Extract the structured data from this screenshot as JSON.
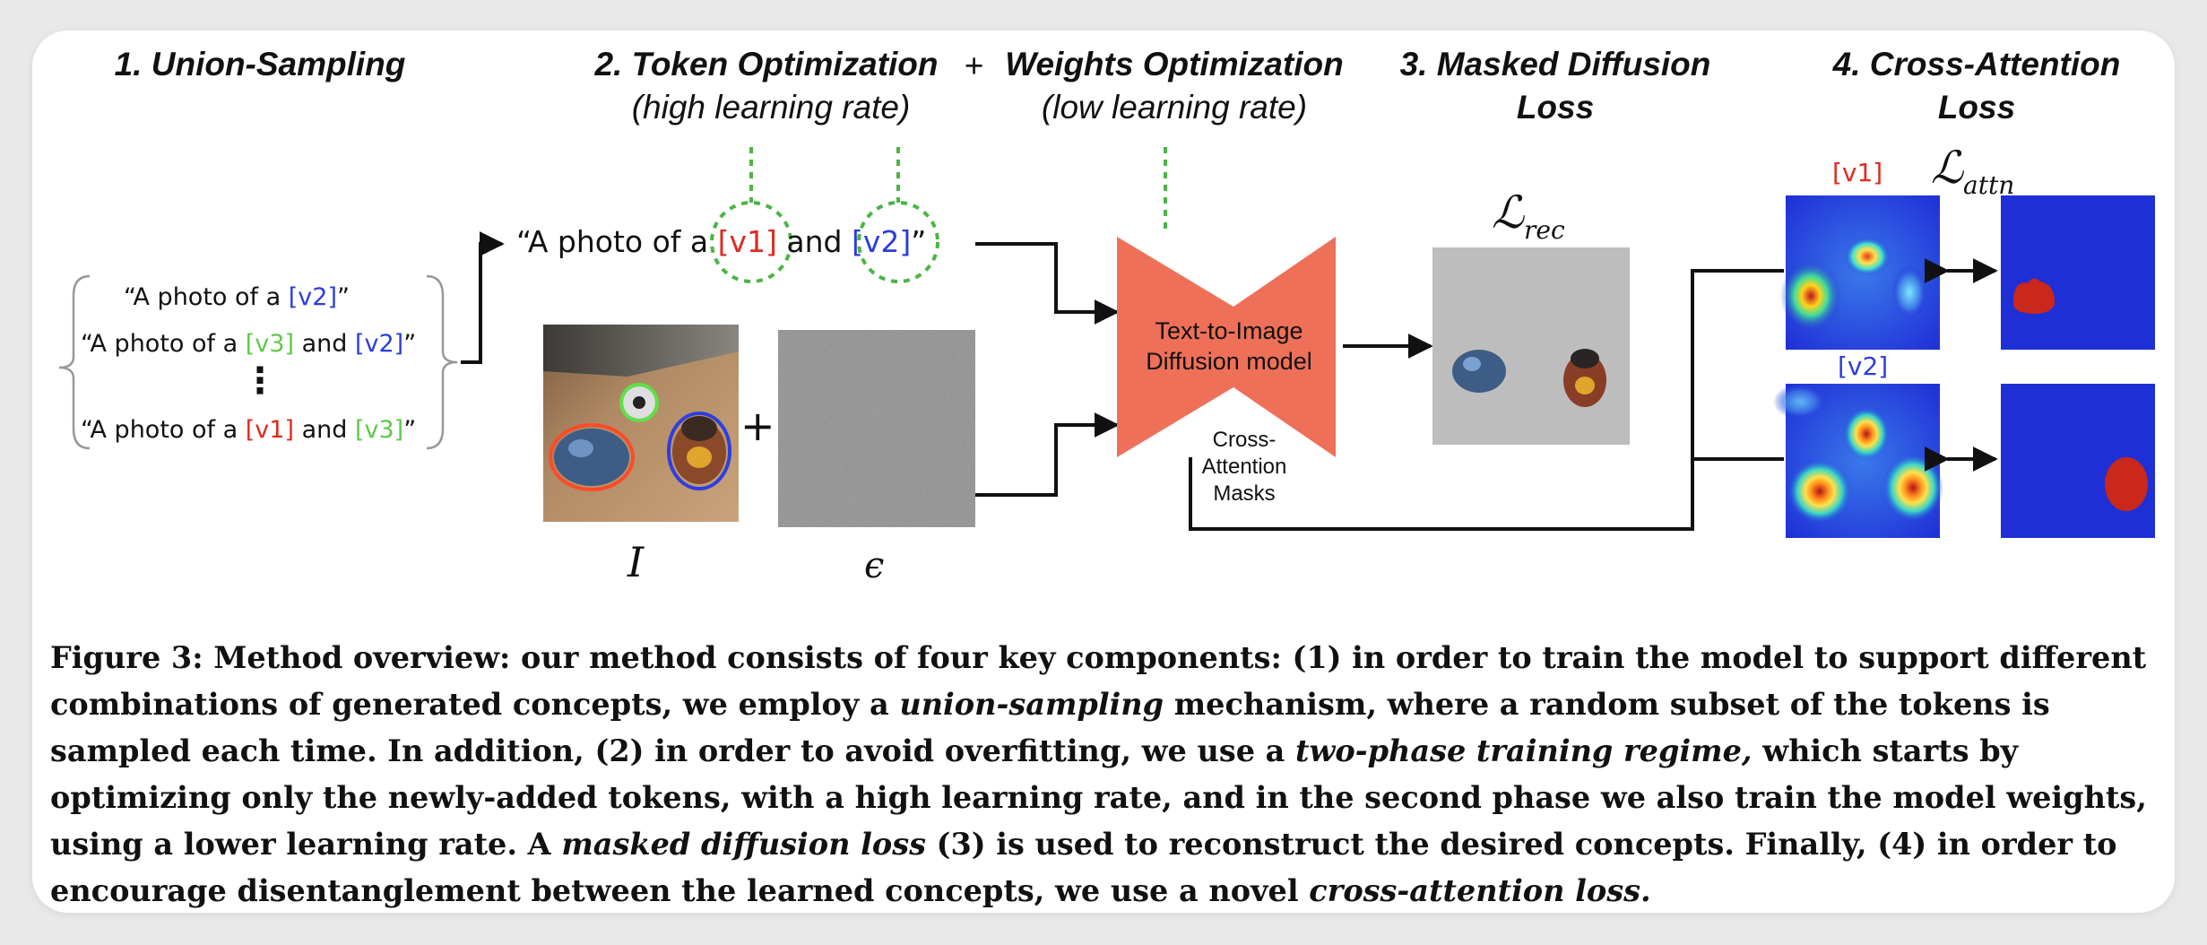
{
  "figure": {
    "titles": {
      "union_sampling": "1. Union-Sampling",
      "token_opt": "2. Token Optimization",
      "plus": "+",
      "weights_opt": "Weights Optimization",
      "token_opt_sub": "(high learning rate)",
      "weights_opt_sub": "(low learning rate)",
      "masked_loss_line1": "3. Masked Diffusion",
      "masked_loss_line2": "Loss",
      "cross_attn_line1": "4. Cross-Attention",
      "cross_attn_line2": "Loss"
    },
    "prompts": {
      "p1_pre": "“A photo of a ",
      "p1_tok": "[v2]",
      "p1_post": "”",
      "p2_pre": "“A photo of a ",
      "p2_tok1": "[v3]",
      "p2_mid": " and ",
      "p2_tok2": "[v2]",
      "p2_post": "”",
      "p3_dots": "⋮",
      "p4_pre": "“A photo of a ",
      "p4_tok1": "[v1]",
      "p4_mid": " and ",
      "p4_tok2": "[v3]",
      "p4_post": "”"
    },
    "main_prompt": {
      "pre": "“A photo of a ",
      "tok1": "[v1]",
      "mid": " and ",
      "tok2": "[v2]",
      "post": "”"
    },
    "input_image_label": "I",
    "noise_label": "ϵ",
    "plus_sign": "+",
    "model": {
      "line1": "Text-to-Image",
      "line2": "Diffusion model",
      "masks_line1": "Cross-",
      "masks_line2": "Attention",
      "masks_line3": "Masks"
    },
    "losses": {
      "rec_symbol": "ℒ",
      "rec_sub": "rec",
      "attn_symbol": "ℒ",
      "attn_sub": "attn"
    },
    "attention_tags": {
      "v1": "[v1]",
      "v2": "[v2]"
    },
    "colors": {
      "arrow": "#111111",
      "dashed_green": "#4bb543",
      "model_fill": "#ee7059",
      "token_red": "#e02a1e",
      "token_blue": "#2c3ddb",
      "token_green": "#5fc84a",
      "heatmap_blue": "#1f2fd6",
      "mask_red": "#c9281a"
    }
  },
  "caption": {
    "t1": "Figure 3: Method overview: our method consists of four key components: (1) in order to train the model to support different combinations of generated concepts, we employ a ",
    "e1": "union-sampling",
    "t2": " mechanism, where a random subset of the tokens is sampled each time. In addition, (2) in order to avoid overfitting, we use a ",
    "e2": "two-phase training regime,",
    "t3": " which starts by optimizing only the newly-added tokens, with a high learning rate, and in the second phase we also train the model weights, using a lower learning rate. A ",
    "e3": "masked diffusion loss",
    "t4": " (3) is used to reconstruct the desired concepts. Finally, (4) in order to encourage disentanglement between the learned concepts, we use a novel ",
    "e4": "cross-attention loss.",
    "t5": ""
  }
}
